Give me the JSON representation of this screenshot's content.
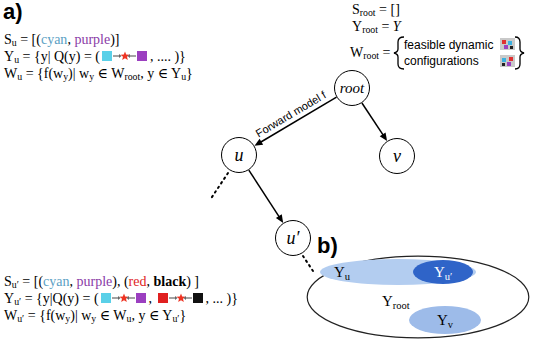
{
  "diagram": {
    "nodes": [
      {
        "text": [
          "root"
        ]
      },
      {
        "text": [
          "u"
        ]
      },
      {
        "text": [
          "v"
        ]
      },
      {
        "text": [
          "u′"
        ]
      },
      {
        "text": [
          "Yroot"
        ]
      },
      {
        "text": [
          "Yu"
        ],
        "in": 4
      },
      {
        "text": [
          "Yu′"
        ],
        "in": 5
      },
      {
        "text": [
          "Yv"
        ],
        "in": 4
      }
    ],
    "edges": [
      {
        "from": 0,
        "to": 1,
        "label": "Forward model f",
        "arrow": "to"
      },
      {
        "from": 0,
        "to": 2,
        "arrow": "to"
      },
      {
        "from": 1,
        "to": 3,
        "arrow": "to"
      }
    ],
    "labels": [
      "a)",
      "Sroot = []",
      "Yroot = Y",
      "Wroot =",
      "feasible dynamic configurations",
      "Su = [(cyan, purple)]",
      "Yu = {y| Q(y) = (, .... )}",
      "Wu = {f(wy)| wy ∈ Wroot, y ∈ Yu}",
      "Su′ = [(cyan, purple), (red, black) ]",
      "Yu′ = {y|Q(y) = (, , ... )}",
      "Wu′ = {f(wy)| wy ∈ Wu, y ∈ Yu′}",
      "b)"
    ]
  }
}
